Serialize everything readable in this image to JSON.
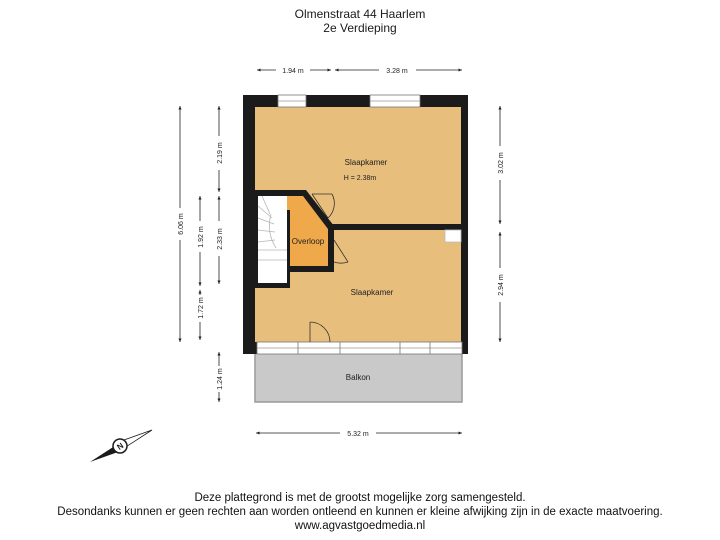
{
  "header": {
    "address": "Olmenstraat 44 Haarlem",
    "floor": "2e Verdieping"
  },
  "rooms": {
    "top_bedroom": "Slaapkamer",
    "height_note": "H = 2.38m",
    "landing": "Overloop",
    "bottom_bedroom": "Slaapkamer",
    "balcony": "Balkon"
  },
  "dimensions": {
    "top_left_width": "1.94 m",
    "top_right_width": "3.28 m",
    "bottom_width": "5.32 m",
    "overall_height": "6.06 m",
    "left_seg_top": "2.19 m",
    "left_seg_mid": "2.33 m",
    "stair_seg_top": "1.92 m",
    "stair_seg_bottom": "1.72 m",
    "balcony_depth": "1.24 m",
    "right_top": "3.02 m",
    "right_bottom": "2.94 m"
  },
  "compass": {
    "letter": "N"
  },
  "colors": {
    "room_fill": "#E8BE7C",
    "landing_fill": "#F0A94A",
    "wall": "#1b1b1b",
    "balcony_fill": "#C9C9C9"
  },
  "footer": {
    "line1": "Deze plattegrond is met de grootst mogelijke zorg samengesteld.",
    "line2": "Desondanks kunnen er geen rechten aan worden ontleend en kunnen er kleine afwijking zijn in de exacte maatvoering.",
    "line3": "www.agvastgoedmedia.nl"
  }
}
